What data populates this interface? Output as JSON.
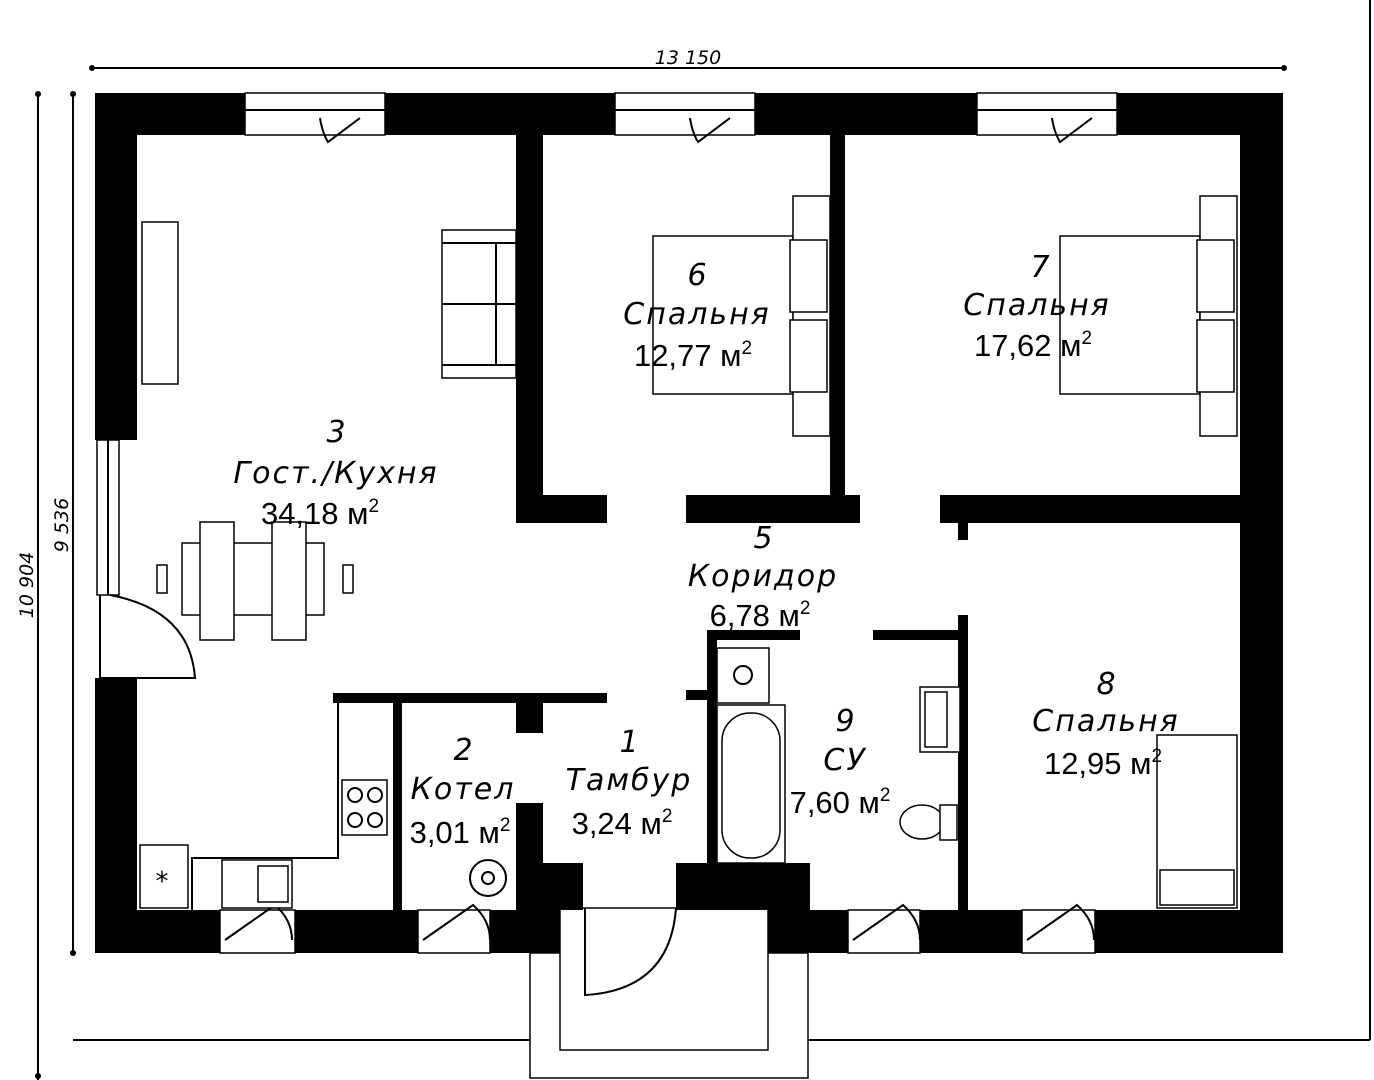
{
  "dimensions": {
    "width_total": "13 150",
    "height_total": "10 904",
    "height_inner": "9 536"
  },
  "rooms": [
    {
      "number": "1",
      "name": "Тамбур",
      "area": "3,24 м",
      "unit_power": "2"
    },
    {
      "number": "2",
      "name": "Котел",
      "area": "3,01 м",
      "unit_power": "2"
    },
    {
      "number": "3",
      "name": "Гост./Кухня",
      "area": "34,18 м",
      "unit_power": "2"
    },
    {
      "number": "5",
      "name": "Коридор",
      "area": "6,78 м",
      "unit_power": "2"
    },
    {
      "number": "6",
      "name": "Спальня",
      "area": "12,77 м",
      "unit_power": "2"
    },
    {
      "number": "7",
      "name": "Спальня",
      "area": "17,62 м",
      "unit_power": "2"
    },
    {
      "number": "8",
      "name": "Спальня",
      "area": "12,95 м",
      "unit_power": "2"
    },
    {
      "number": "9",
      "name": "СУ",
      "area": "7,60 м",
      "unit_power": "2"
    }
  ]
}
